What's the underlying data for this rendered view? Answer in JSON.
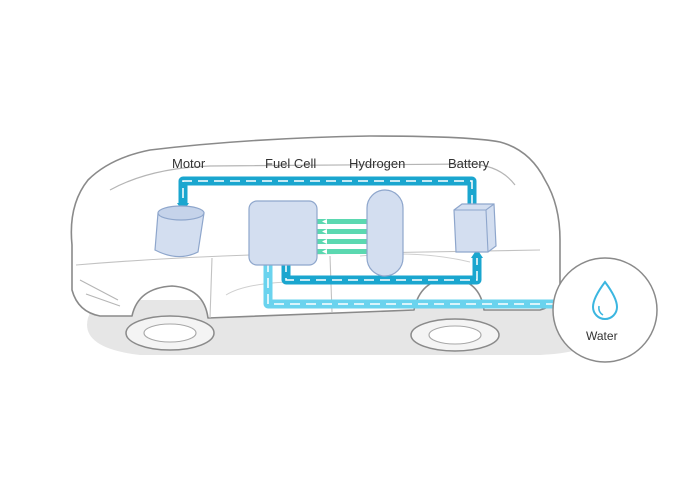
{
  "labels": {
    "motor": "Motor",
    "fuel_cell": "Fuel Cell",
    "hydrogen": "Hydrogen",
    "battery": "Battery",
    "water": "Water"
  },
  "icons": [
    "water-drop-icon"
  ],
  "colors": {
    "electric_flow": "#1aa6cf",
    "water_flow": "#6ad3ee",
    "hydrogen_flow": "#5bd8b0",
    "component_fill": "#d3def0",
    "component_stroke": "#8ea6cc",
    "car_outline": "#8a8a8a",
    "shadow": "#e6e6e6"
  }
}
